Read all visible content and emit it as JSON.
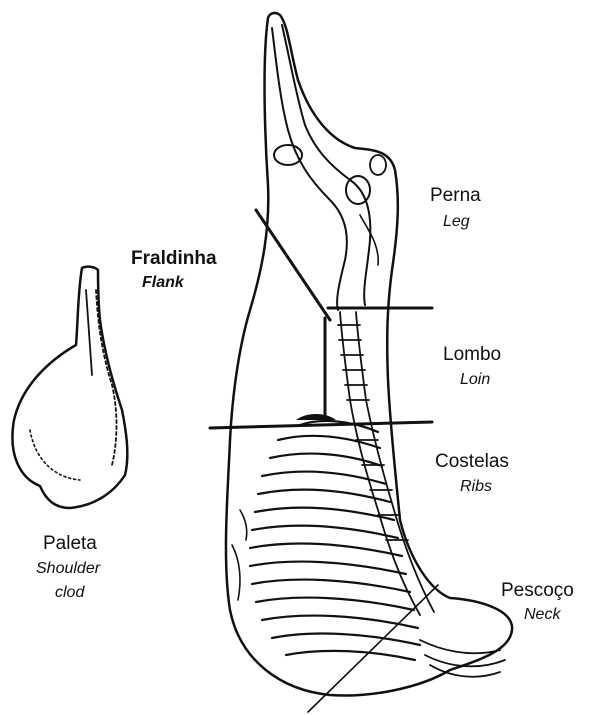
{
  "diagram": {
    "cuts": {
      "perna": {
        "pt": "Perna",
        "en": "Leg"
      },
      "fraldinha": {
        "pt": "Fraldinha",
        "en": "Flank"
      },
      "lombo": {
        "pt": "Lombo",
        "en": "Loin"
      },
      "costelas": {
        "pt": "Costelas",
        "en": "Ribs"
      },
      "pescoco": {
        "pt": "Pescoço",
        "en": "Neck"
      },
      "paleta": {
        "pt": "Paleta",
        "en_line1": "Shoulder",
        "en_line2": "clod"
      }
    },
    "colors": {
      "ink": "#111111",
      "background": "#ffffff"
    }
  }
}
